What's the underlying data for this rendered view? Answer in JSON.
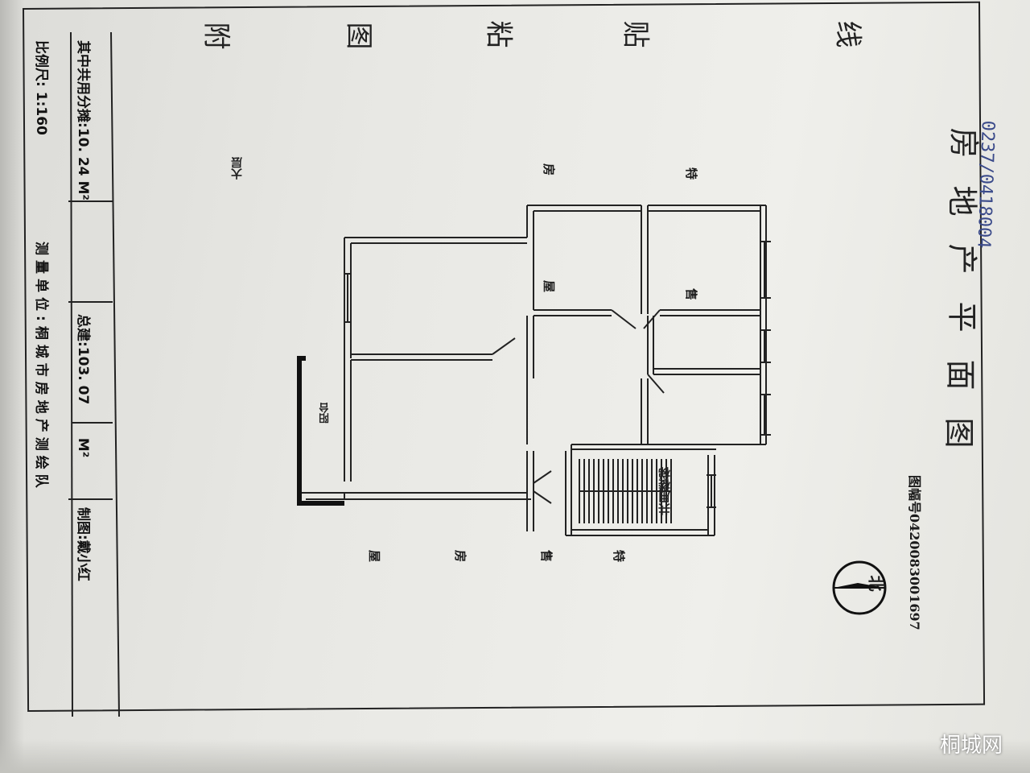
{
  "document": {
    "title_chars": [
      "房",
      "地",
      "产",
      "平",
      "面",
      "图"
    ],
    "sheet_number_label": "图幅号",
    "sheet_number": "0420083001697",
    "north_label": "北",
    "side_chars": [
      "附",
      "图",
      "粘",
      "贴",
      "线"
    ],
    "labels": {
      "wall_top_left": [
        "特",
        "售",
        "房",
        "屋"
      ],
      "wall_right": [
        "特",
        "售",
        "房",
        "屋"
      ],
      "balcony": "阳台",
      "stairs": "共用楼梯",
      "bottom_building": "大层"
    },
    "footer": {
      "shared_area_label": "其中共用分摊:",
      "shared_area_value": "10. 24",
      "shared_area_unit": "M²",
      "total_area_label": "总建:",
      "total_area_value": "103. 07",
      "total_area_unit": "M²",
      "drafter_label": "制图:",
      "drafter": "戴小红",
      "scale_label": "比例尺:",
      "scale": "1:160",
      "surveyor_label": "测量单位:",
      "surveyor": "桐城市房地产测绘队"
    },
    "handwriting": "0237/0418004",
    "watermark": "桐城网"
  }
}
